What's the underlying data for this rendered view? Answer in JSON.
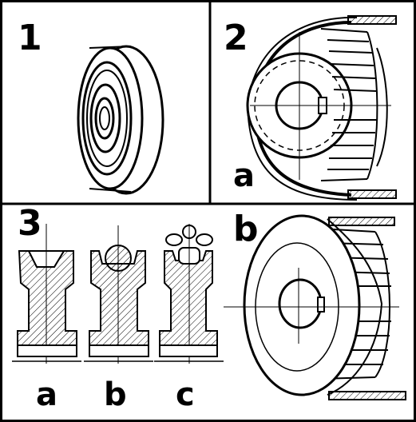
{
  "labels": {
    "fig1": "1",
    "fig2": "2",
    "fig2a": "a",
    "fig2b": "b",
    "fig3": "3",
    "fig3a": "a",
    "fig3b": "b",
    "fig3c": "c"
  },
  "colors": {
    "ink": "#000000",
    "paper": "#ffffff"
  }
}
